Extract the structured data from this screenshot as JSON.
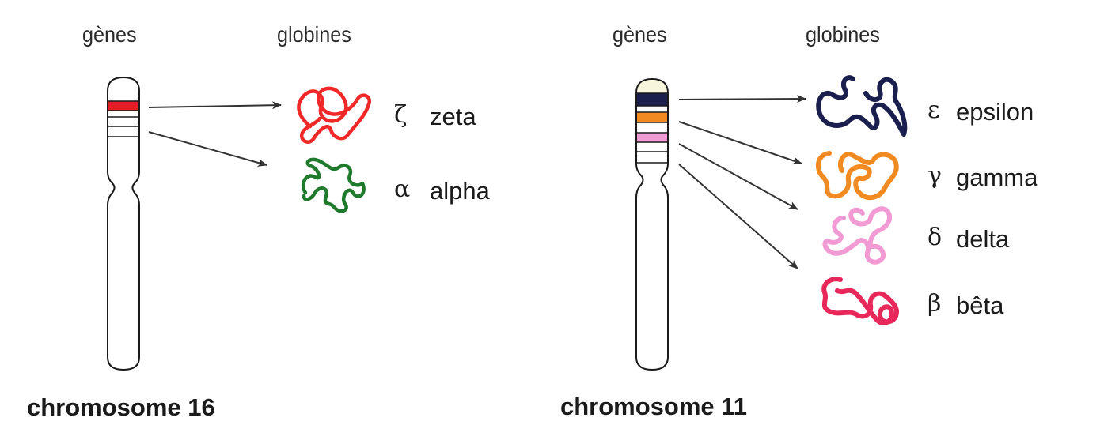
{
  "chromosome_16": {
    "label": "chromosome 16",
    "genes_header": "gènes",
    "globins_header": "globines",
    "globins": [
      {
        "symbol": "ζ",
        "name": "zeta",
        "color": "#f02828"
      },
      {
        "symbol": "α",
        "name": "alpha",
        "color": "#1f7a2e"
      }
    ],
    "band_colors": [
      "#e41e26"
    ]
  },
  "chromosome_11": {
    "label": "chromosome 11",
    "genes_header": "gènes",
    "globins_header": "globines",
    "globins": [
      {
        "symbol": "ε",
        "name": "epsilon",
        "color": "#1a1f4e"
      },
      {
        "symbol": "γ",
        "name": "gamma",
        "color": "#f28a22"
      },
      {
        "symbol": "δ",
        "name": "delta",
        "color": "#f29ad3"
      },
      {
        "symbol": "β",
        "name": "bêta",
        "color": "#e8275a"
      }
    ],
    "band_colors": [
      "#1a1f4e",
      "#f28a22",
      "#f29ad3"
    ]
  }
}
